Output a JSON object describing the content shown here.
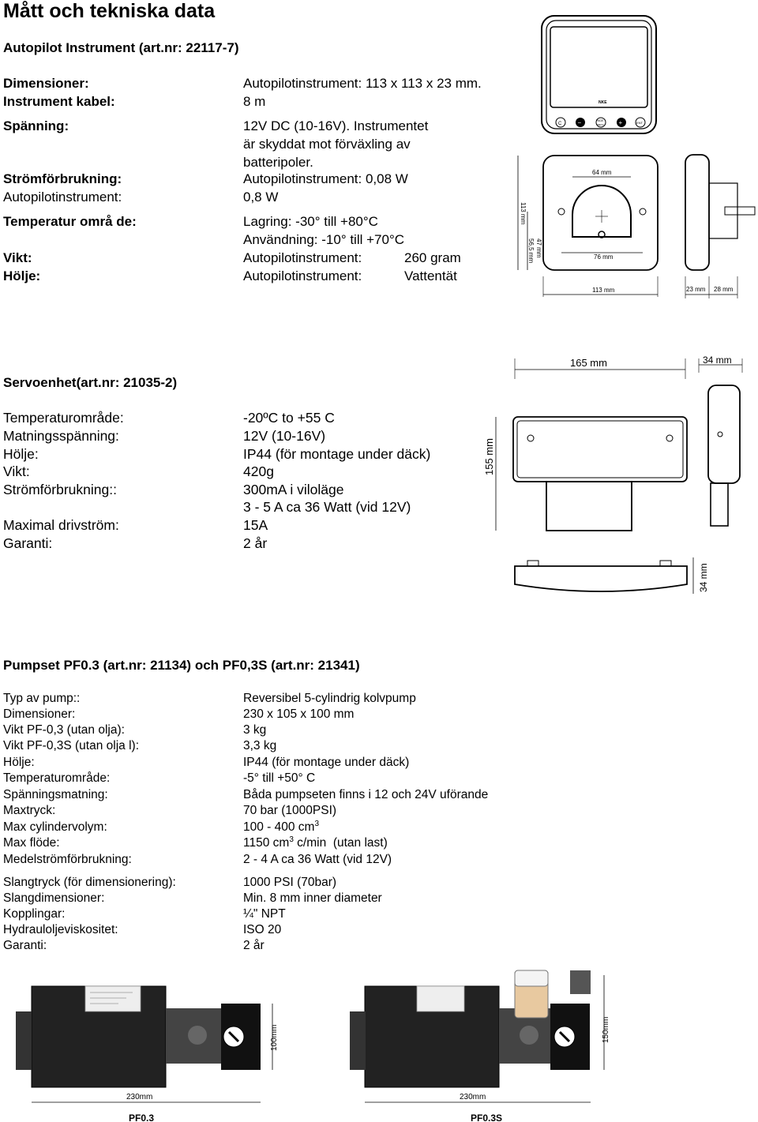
{
  "title": "Mått och tekniska data",
  "autopilot": {
    "heading": "Autopilot Instrument (art.nr: 22117-7)",
    "rows": [
      {
        "label": "Dimensioner:",
        "value": "Autopilotinstrument: 113 x 113 x 23 mm."
      },
      {
        "label": "Instrument kabel:",
        "value": "8 m"
      },
      {
        "label": "Spänning:",
        "value": "12V DC (10-16V). Instrumentet",
        "value2": "är skyddat mot förväxling av",
        "value3": "batteripoler."
      },
      {
        "label": "Strömförbrukning:",
        "value": "Autopilotinstrument: 0,08 W"
      },
      {
        "label": "Autopilotinstrument:",
        "value": "0,8 W"
      },
      {
        "label": "Temperatur områ de:",
        "value": "Lagring: -30° till +80°C",
        "value2": "Användning: -10° till +70°C"
      },
      {
        "label": "Vikt:",
        "value": "Autopilotinstrument:",
        "value_b": "260 gram"
      },
      {
        "label": "Hölje:",
        "value": "Autopilotinstrument:",
        "value_b": "Vattentät"
      }
    ],
    "drawing": {
      "brand": "NKE",
      "btn_c": "C",
      "btn_minus": "−",
      "btn_page": "PAGE",
      "btn_page2": "MENU",
      "btn_plus": "+",
      "btn_ent": "ENT",
      "dim_64": "64 mm",
      "dim_76": "76 mm",
      "dim_113w": "113 mm",
      "dim_113h": "113 mm",
      "dim_47": "47 mm",
      "dim_565": "56,5 mm",
      "dim_23": "23 mm",
      "dim_28": "28 mm"
    }
  },
  "servo": {
    "heading": "Servoenhet(art.nr: 21035-2)",
    "rows": [
      {
        "label": "Temperaturområde:",
        "value": "-20ºC to +55 C"
      },
      {
        "label": "Matningsspänning:",
        "value": "12V (10-16V)"
      },
      {
        "label": "Hölje:",
        "value": "IP44 (för montage under däck)"
      },
      {
        "label": "Vikt:",
        "value": "420g"
      },
      {
        "label": "Strömförbrukning::",
        "value": "300mA i viloläge",
        "value2": "3 - 5 A ca 36 Watt (vid 12V)"
      },
      {
        "label": "Maximal drivström:",
        "value": "15A"
      },
      {
        "label": "Garanti:",
        "value": "2 år"
      }
    ],
    "drawing": {
      "dim_165": "165 mm",
      "dim_34a": "34 mm",
      "dim_155": "155 mm",
      "dim_34b": "34 mm"
    }
  },
  "pump": {
    "heading": "Pumpset PF0.3 (art.nr: 21134) och PF0,3S (art.nr: 21341)",
    "rows": [
      {
        "label": "Typ av pump::",
        "value": "Reversibel 5-cylindrig kolvpump"
      },
      {
        "label": "Dimensioner:",
        "value": "230 x 105 x 100 mm"
      },
      {
        "label": "Vikt PF-0,3 (utan olja):",
        "value": "3 kg"
      },
      {
        "label": "Vikt PF-0,3S (utan olja l):",
        "value": "3,3 kg"
      },
      {
        "label": "Hölje:",
        "value": "IP44 (för montage under däck)"
      },
      {
        "label": "Temperaturområde:",
        "value": "-5° till +50° C"
      },
      {
        "label": "Spänningsmatning:",
        "value": "Båda pumpseten finns i 12 och 24V uförande"
      },
      {
        "label": "Maxtryck:",
        "value": "70 bar (1000PSI)"
      },
      {
        "label": "Max cylindervolym:",
        "value": "100 - 400 cm",
        "sup": "3"
      },
      {
        "label": "Max flöde:",
        "value": "1150 cm",
        "sup": "3",
        "value_after": " c/min  (utan last)"
      },
      {
        "label": "Medelströmförbrukning:",
        "value": "2 - 4 A ca 36 Watt (vid 12V)"
      },
      {
        "label": "Slangtryck (för dimensionering):",
        "value": "1000 PSI (70bar)"
      },
      {
        "label": "Slangdimensioner:",
        "value": "Min. 8 mm inner diameter"
      },
      {
        "label": "Kopplingar:",
        "value": "¼\" NPT"
      },
      {
        "label": "Hydrauloljeviskositet:",
        "value": "ISO 20"
      },
      {
        "label": "Garanti:",
        "value": "2 år"
      }
    ],
    "drawing": {
      "dim_100": "100mm",
      "dim_230a": "230mm",
      "cap1": "PF0.3",
      "dim_150": "150mm",
      "dim_230b": "230mm",
      "cap2": "PF0.3S"
    }
  }
}
